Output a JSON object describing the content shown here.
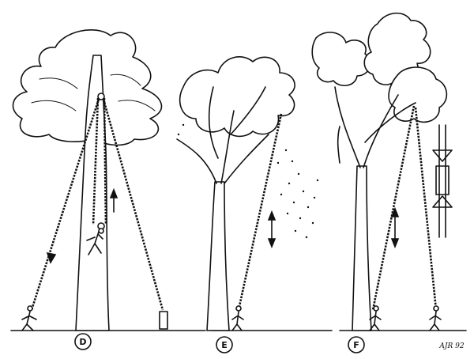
{
  "panels": [
    {
      "id": "D",
      "label": "D"
    },
    {
      "id": "E",
      "label": "E"
    },
    {
      "id": "F",
      "label": "F"
    }
  ],
  "signature": "AJR 92"
}
